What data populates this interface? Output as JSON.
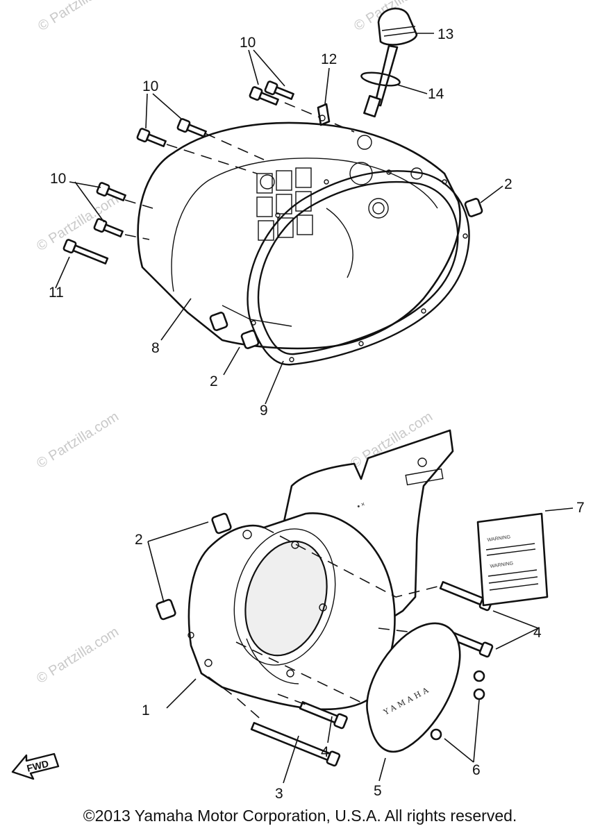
{
  "watermark": "© Partzilla.com",
  "callouts": [
    "1",
    "2",
    "3",
    "4",
    "5",
    "6",
    "7",
    "8",
    "9",
    "10",
    "11",
    "12",
    "13",
    "14"
  ],
  "cover_text": "YAMAHA",
  "fwd_label": "FWD",
  "warning_text": "WARNING",
  "copyright": "©2013 Yamaha Motor Corporation, U.S.A. All rights reserved."
}
